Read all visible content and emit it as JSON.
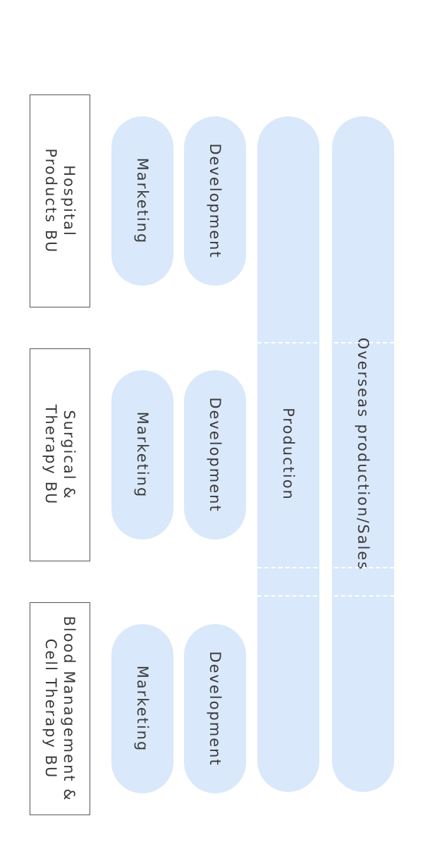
{
  "colors": {
    "pill": "#d9e8fa",
    "border": "#555555",
    "text": "#3a3a3a"
  },
  "business_units": [
    {
      "label": "Hospital\nProducts BU"
    },
    {
      "label": "Surgical &\nTherapy BU"
    },
    {
      "label": "Blood Management &\nCell Therapy BU"
    }
  ],
  "marketing": [
    "Marketing",
    "Marketing",
    "Marketing"
  ],
  "development": [
    "Development",
    "Development",
    "Development"
  ],
  "production": "Production",
  "overseas": "Overseas production/Sales"
}
